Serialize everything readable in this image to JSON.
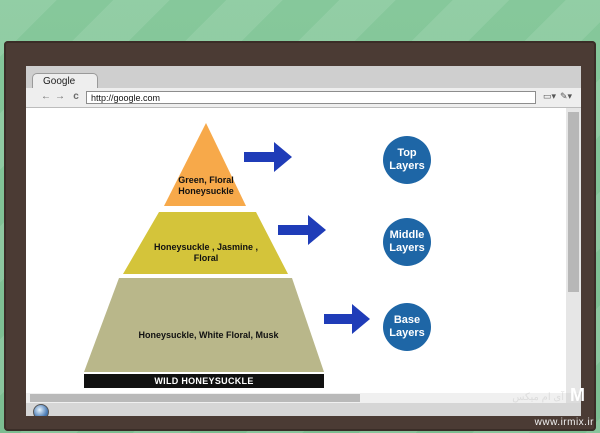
{
  "browser": {
    "tab_title": "Google",
    "url": "http://google.com",
    "nav": {
      "back": "←",
      "forward": "→",
      "reload": "c"
    },
    "tool_icons": [
      "page-icon",
      "wrench-icon"
    ]
  },
  "pyramid": {
    "top": {
      "line1": "Green, Floral",
      "line2": "Honeysuckle",
      "color": "#f7a94a"
    },
    "middle": {
      "line1": "Honeysuckle , Jasmine ,",
      "line2": "Floral",
      "color": "#d4c43a"
    },
    "base": {
      "line1": "Honeysuckle, White Floral, Musk",
      "color": "#b9b78a"
    },
    "foundation": "WILD HONEYSUCKLE"
  },
  "layers": {
    "top": {
      "line1": "Top",
      "line2": "Layers"
    },
    "middle": {
      "line1": "Middle",
      "line2": "Layers"
    },
    "base": {
      "line1": "Base",
      "line2": "Layers"
    },
    "circle_color": "#1e66a6",
    "arrow_color": "#1f3cb8"
  },
  "watermark": {
    "brand": "آی ام میکس",
    "site": "www.irmix.ir"
  }
}
